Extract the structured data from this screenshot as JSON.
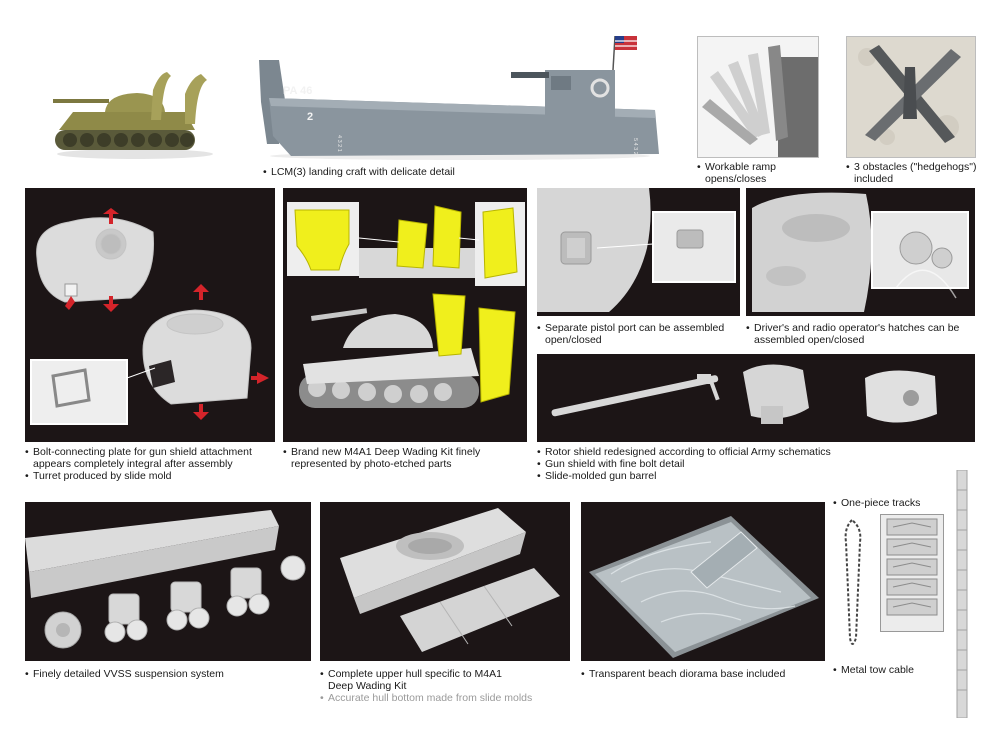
{
  "captions": {
    "landing_craft": [
      "LCM(3) landing craft with delicate detail"
    ],
    "ramp": [
      "Workable ramp",
      "opens/closes"
    ],
    "hedgehogs": [
      "3 obstacles (\"hedgehogs\")",
      "included"
    ],
    "turret": [
      "Bolt-connecting plate for gun shield attachment",
      "appears completely integral after assembly",
      "Turret produced by slide mold"
    ],
    "wading_kit": [
      "Brand new M4A1 Deep Wading Kit finely",
      "represented by photo-etched parts"
    ],
    "pistol_port": [
      "Separate pistol port can be assembled",
      "open/closed"
    ],
    "hatches": [
      "Driver's and radio operator's hatches can be",
      "assembled open/closed"
    ],
    "rotor_shield": [
      "Rotor shield redesigned according to official Army schematics",
      "Gun shield with fine bolt detail",
      "Slide-molded gun barrel"
    ],
    "suspension": [
      "Finely detailed VVSS suspension system"
    ],
    "upper_hull": [
      "Complete upper hull specific to M4A1",
      "Deep Wading Kit",
      "Accurate hull bottom made from slide molds"
    ],
    "diorama_base": [
      "Transparent beach diorama base included"
    ],
    "tracks": [
      "One-piece tracks"
    ],
    "tow_cable": [
      "Metal tow cable"
    ]
  },
  "boat_marking": "PA 46",
  "boat_number": "2",
  "boat_hull_numbers_left": "4 3 2 1",
  "boat_hull_numbers_right": "5 4 3 2",
  "colors": {
    "panel_bg": "#1c1516",
    "highlight_yellow": "#f0ef1c",
    "boat_gray": "#8a959e",
    "tank_olive": "#8f8a48",
    "arrow_red": "#d4242a",
    "part_white": "#dcdcdc"
  }
}
